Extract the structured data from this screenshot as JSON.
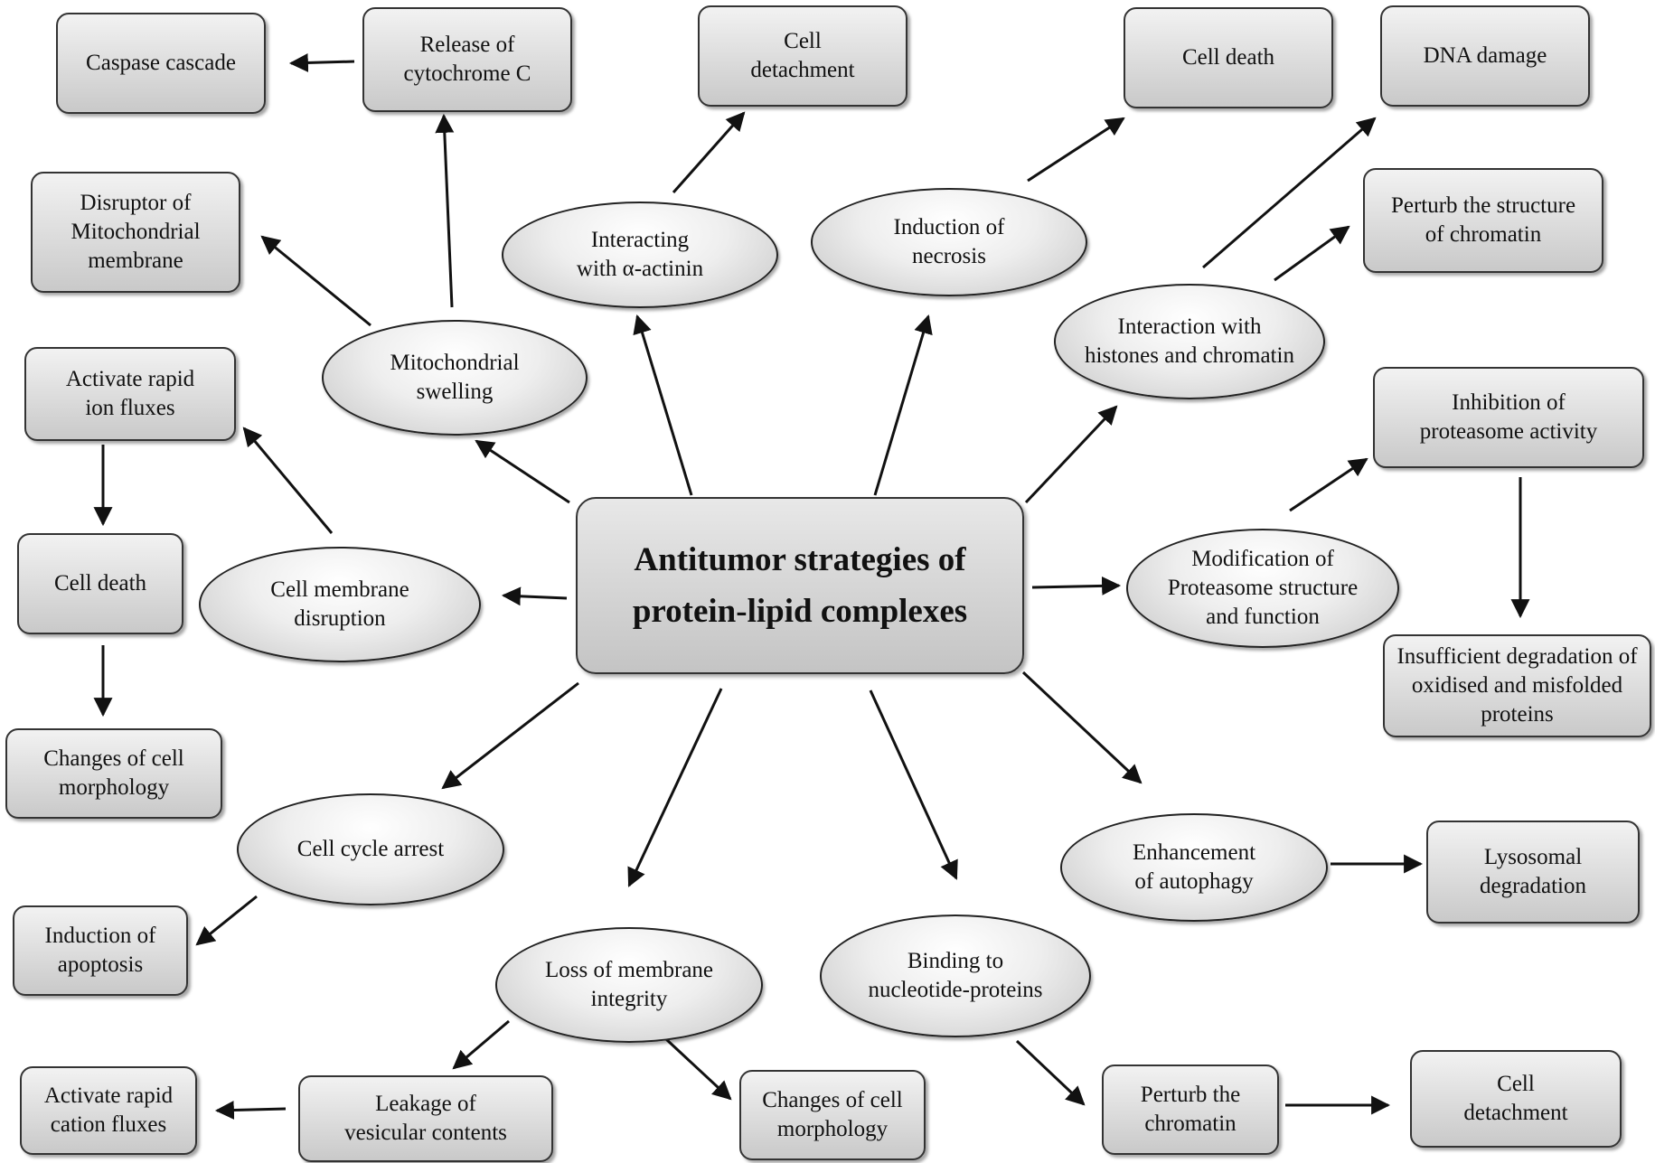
{
  "center": "Antitumor strategies of\nprotein-lipid complexes",
  "nodes": {
    "caspase_cascade": "Caspase cascade",
    "release_cytochrome": "Release of\ncytochrome C",
    "cell_detachment_top": "Cell\ndetachment",
    "cell_death_top": "Cell death",
    "dna_damage": "DNA damage",
    "disruptor_mito": "Disruptor of\nMitochondrial\nmembrane",
    "interacting_actinin": "Interacting\nwith α-actinin",
    "induction_necrosis": "Induction of\nnecrosis",
    "perturb_structure_chromatin": "Perturb the structure\nof chromatin",
    "interaction_histones": "Interaction with\nhistones and chromatin",
    "mito_swelling": "Mitochondrial\nswelling",
    "activate_ion_fluxes": "Activate rapid\nion fluxes",
    "inhibition_proteasome": "Inhibition of\nproteasome activity",
    "cell_death_left": "Cell death",
    "cell_membrane_disruption": "Cell membrane\ndisruption",
    "modification_proteasome": "Modification of\nProteasome structure\nand function",
    "insufficient_degradation": "Insufficient degradation of\noxidised and misfolded\nproteins",
    "changes_morphology_left": "Changes of cell\nmorphology",
    "cell_cycle_arrest": "Cell cycle arrest",
    "enhancement_autophagy": "Enhancement\nof autophagy",
    "lysosomal_degradation": "Lysosomal\ndegradation",
    "induction_apoptosis": "Induction of\napoptosis",
    "loss_membrane_integrity": "Loss of membrane\nintegrity",
    "binding_nucleotide": "Binding to\nnucleotide-proteins",
    "activate_cation_fluxes": "Activate rapid\ncation fluxes",
    "leakage_vesicular": "Leakage of\nvesicular contents",
    "changes_morphology_bottom": "Changes of cell\nmorphology",
    "perturb_chromatin": "Perturb the\nchromatin",
    "cell_detachment_bottom": "Cell\ndetachment"
  }
}
